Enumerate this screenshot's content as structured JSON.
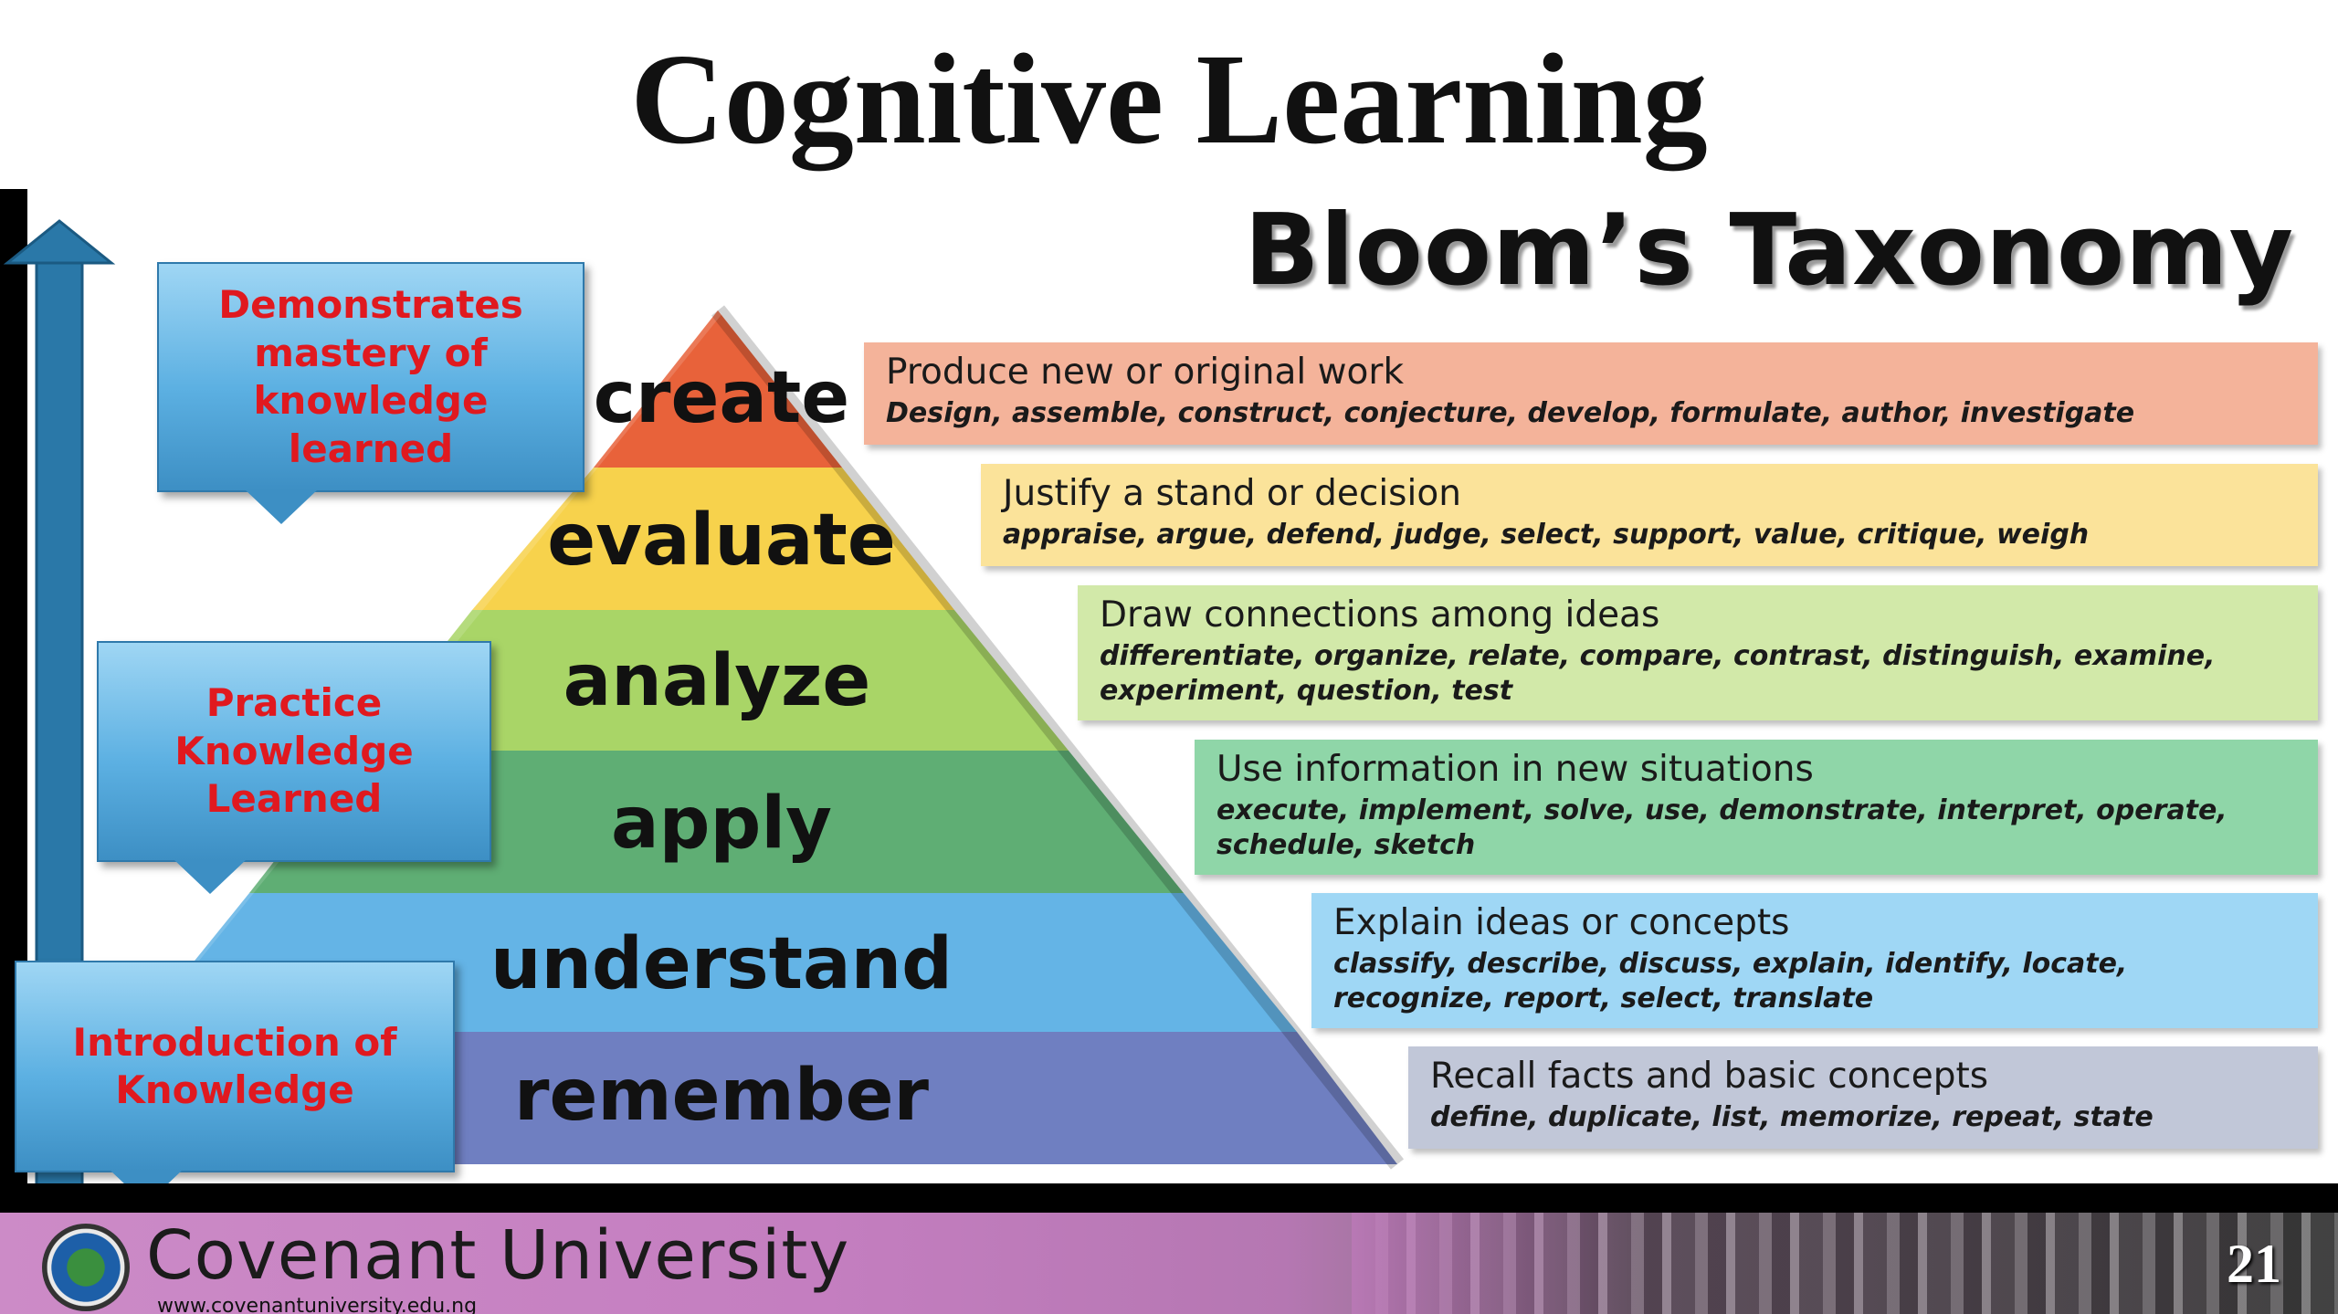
{
  "slide": {
    "title": "Cognitive Learning",
    "page_number": "21"
  },
  "diagram": {
    "title": "Bloom’s Taxonomy",
    "levels": [
      {
        "word": "create",
        "color": "#e8623a",
        "band_color": "#f4b39a",
        "heading": "Produce new or original work",
        "verbs": "Design, assemble, construct, conjecture, develop, formulate, author, investigate"
      },
      {
        "word": "evaluate",
        "color": "#f7d24c",
        "band_color": "#fbe39a",
        "heading": "Justify a stand or decision",
        "verbs": "appraise, argue, defend, judge, select, support, value, critique, weigh"
      },
      {
        "word": "analyze",
        "color": "#a9d567",
        "band_color": "#d2e9a9",
        "heading": "Draw connections among ideas",
        "verbs": "differentiate, organize, relate, compare, contrast, distinguish, examine, experiment, question, test"
      },
      {
        "word": "apply",
        "color": "#5fae74",
        "band_color": "#8fd6a8",
        "heading": "Use information in new situations",
        "verbs": "execute, implement, solve, use, demonstrate, interpret, operate, schedule, sketch"
      },
      {
        "word": "understand",
        "color": "#64b4e6",
        "band_color": "#9fd7f5",
        "heading": "Explain ideas or concepts",
        "verbs": "classify, describe, discuss, explain, identify, locate, recognize, report, select, translate"
      },
      {
        "word": "remember",
        "color": "#6f7fc1",
        "band_color": "#c1c7d8",
        "heading": "Recall facts and basic concepts",
        "verbs": "define, duplicate, list, memorize, repeat, state"
      }
    ],
    "callouts": [
      {
        "lines": [
          "Demonstrates",
          "mastery of",
          "knowledge",
          "learned"
        ]
      },
      {
        "lines": [
          "Practice",
          "Knowledge",
          "Learned"
        ]
      },
      {
        "lines": [
          "Introduction of",
          "Knowledge"
        ]
      }
    ],
    "colors": {
      "arrow": "#2a78a8",
      "callout_text": "#e0191f"
    }
  },
  "footer": {
    "university_name": "Covenant University",
    "url": "www.covenantuniversity.edu.ng"
  }
}
